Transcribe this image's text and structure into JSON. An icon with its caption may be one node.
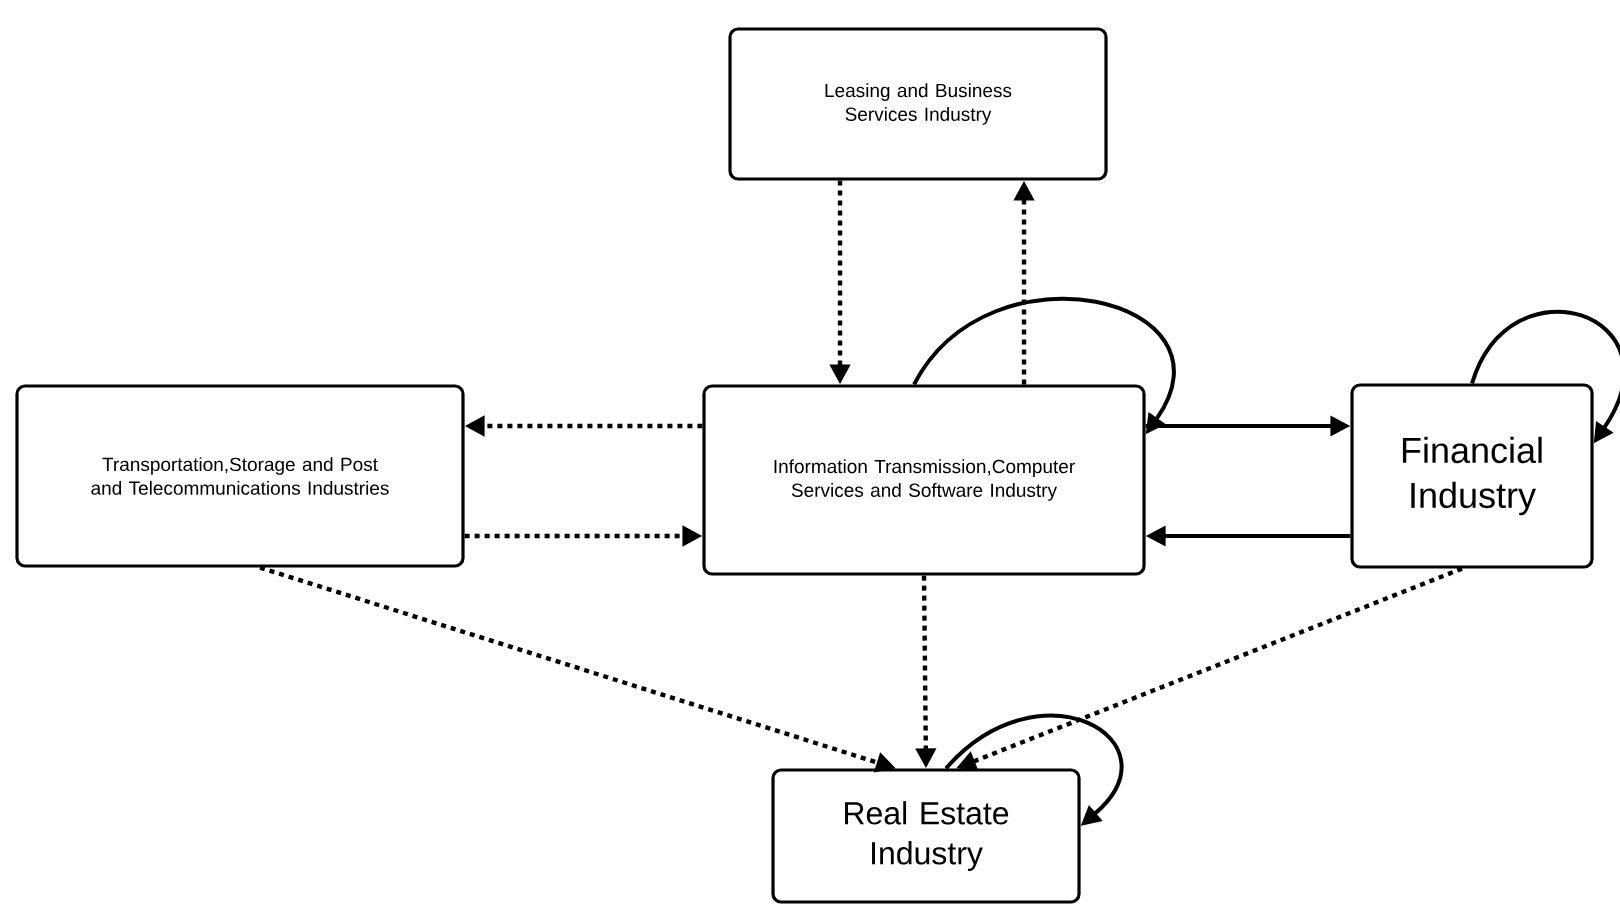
{
  "diagram": {
    "nodes": [
      {
        "text": [
          "Leasing and Business Services Industry"
        ]
      },
      {
        "text": [
          "Transportation,Storage and Post and Telecommunications Industries"
        ]
      },
      {
        "text": [
          "Information Transmission,Computer Services and Software Industry"
        ]
      },
      {
        "text": [
          "Financial Industry"
        ]
      },
      {
        "text": [
          "Real Estate Industry"
        ]
      }
    ],
    "edges": [
      {
        "from": 0,
        "to": 2,
        "arrow": "to",
        "style": "dashed"
      },
      {
        "from": 2,
        "to": 0,
        "arrow": "to",
        "style": "dashed"
      },
      {
        "from": 2,
        "to": 1,
        "arrow": "to",
        "style": "dashed"
      },
      {
        "from": 1,
        "to": 2,
        "arrow": "to",
        "style": "dashed"
      },
      {
        "from": 2,
        "to": 2,
        "arrow": "to"
      },
      {
        "from": 2,
        "to": 3,
        "arrow": "to"
      },
      {
        "from": 3,
        "to": 2,
        "arrow": "to"
      },
      {
        "from": 3,
        "to": 3,
        "arrow": "to"
      },
      {
        "from": 1,
        "to": 4,
        "arrow": "to",
        "style": "dashed"
      },
      {
        "from": 2,
        "to": 4,
        "arrow": "to",
        "style": "dashed"
      },
      {
        "from": 3,
        "to": 4,
        "arrow": "to",
        "style": "dashed"
      },
      {
        "from": 4,
        "to": 4,
        "arrow": "to"
      }
    ]
  }
}
